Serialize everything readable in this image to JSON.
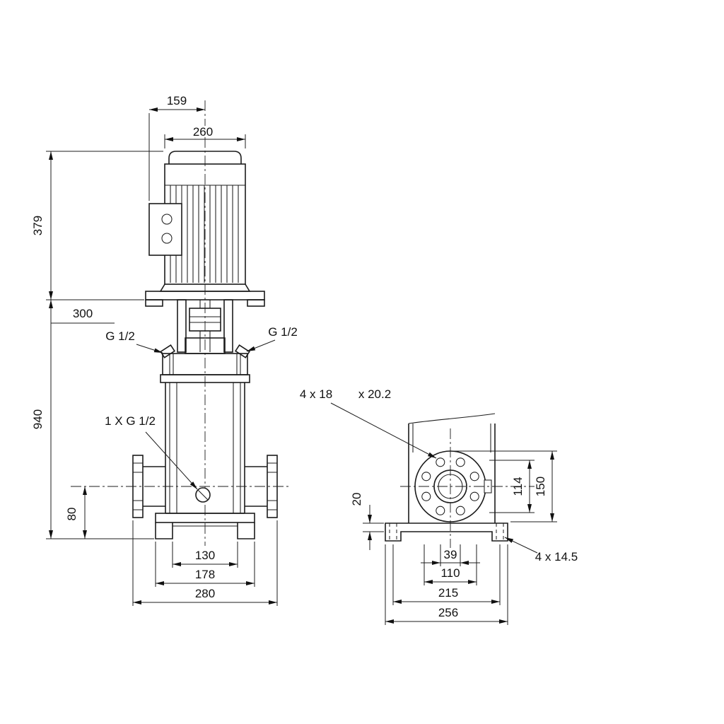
{
  "drawing": {
    "front_view": {
      "top_width": "159",
      "motor_width": "260",
      "motor_height": "379",
      "clearance": "300",
      "total_height": "940",
      "port_left": "G 1/2",
      "port_right": "G 1/2",
      "drain": "1 X G 1/2",
      "port_height": "80",
      "foot_inner_width": "130",
      "base_width": "178",
      "flange_span": "280"
    },
    "side_view": {
      "flange_hole_callout": "4 x 18",
      "flange_hole_callout_2": "x 20.2",
      "base_thickness": "20",
      "bolt_circle_height": "114",
      "flange_diameter": "150",
      "hole_spacing": "39",
      "bolt_circle": "110",
      "base_hole_span": "215",
      "base_length": "256",
      "base_hole_callout": "4 x 14.5"
    }
  }
}
